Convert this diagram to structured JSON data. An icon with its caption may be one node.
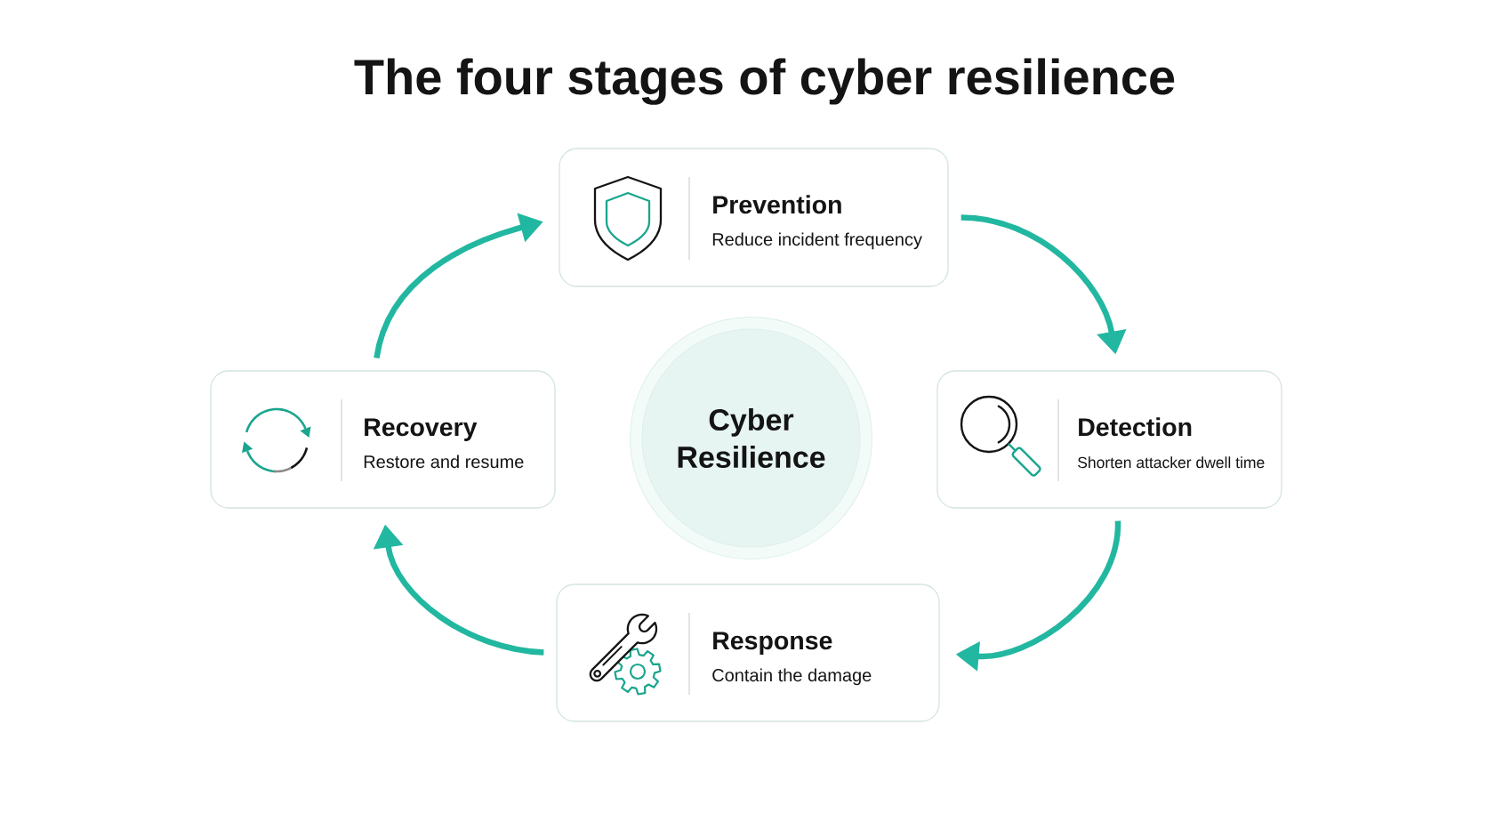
{
  "diagram": {
    "title": "The four stages of cyber resilience",
    "nodes": [
      {
        "text": [
          "Prevention",
          "Reduce incident frequency"
        ]
      },
      {
        "text": [
          "Recovery",
          "Restore and resume"
        ]
      },
      {
        "text": [
          "Cyber Resilience"
        ]
      },
      {
        "text": [
          "Detection",
          "Shorten attacker dwell time"
        ]
      },
      {
        "text": [
          "Response",
          "Contain the damage"
        ]
      }
    ],
    "edges": [
      {
        "from": 1,
        "to": 0,
        "arrow": "to"
      },
      {
        "from": 0,
        "to": 3,
        "arrow": "to"
      },
      {
        "from": 3,
        "to": 4,
        "arrow": "to"
      },
      {
        "from": 4,
        "to": 1,
        "arrow": "to"
      }
    ]
  }
}
